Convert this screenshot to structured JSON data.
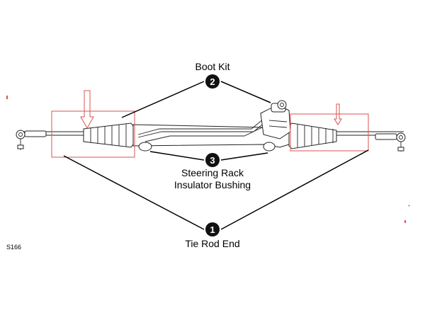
{
  "labels": {
    "boot_kit": "Boot Kit",
    "bushing_line1": "Steering Rack",
    "bushing_line2": "Insulator Bushing",
    "tie_rod_end": "Tie Rod End",
    "figure_id": "S166"
  },
  "callouts": {
    "tie_rod_end": "1",
    "boot_kit": "2",
    "bushing": "3"
  },
  "colors": {
    "highlight": "#d9534f",
    "callout_fill": "#111111",
    "line": "#222222"
  }
}
